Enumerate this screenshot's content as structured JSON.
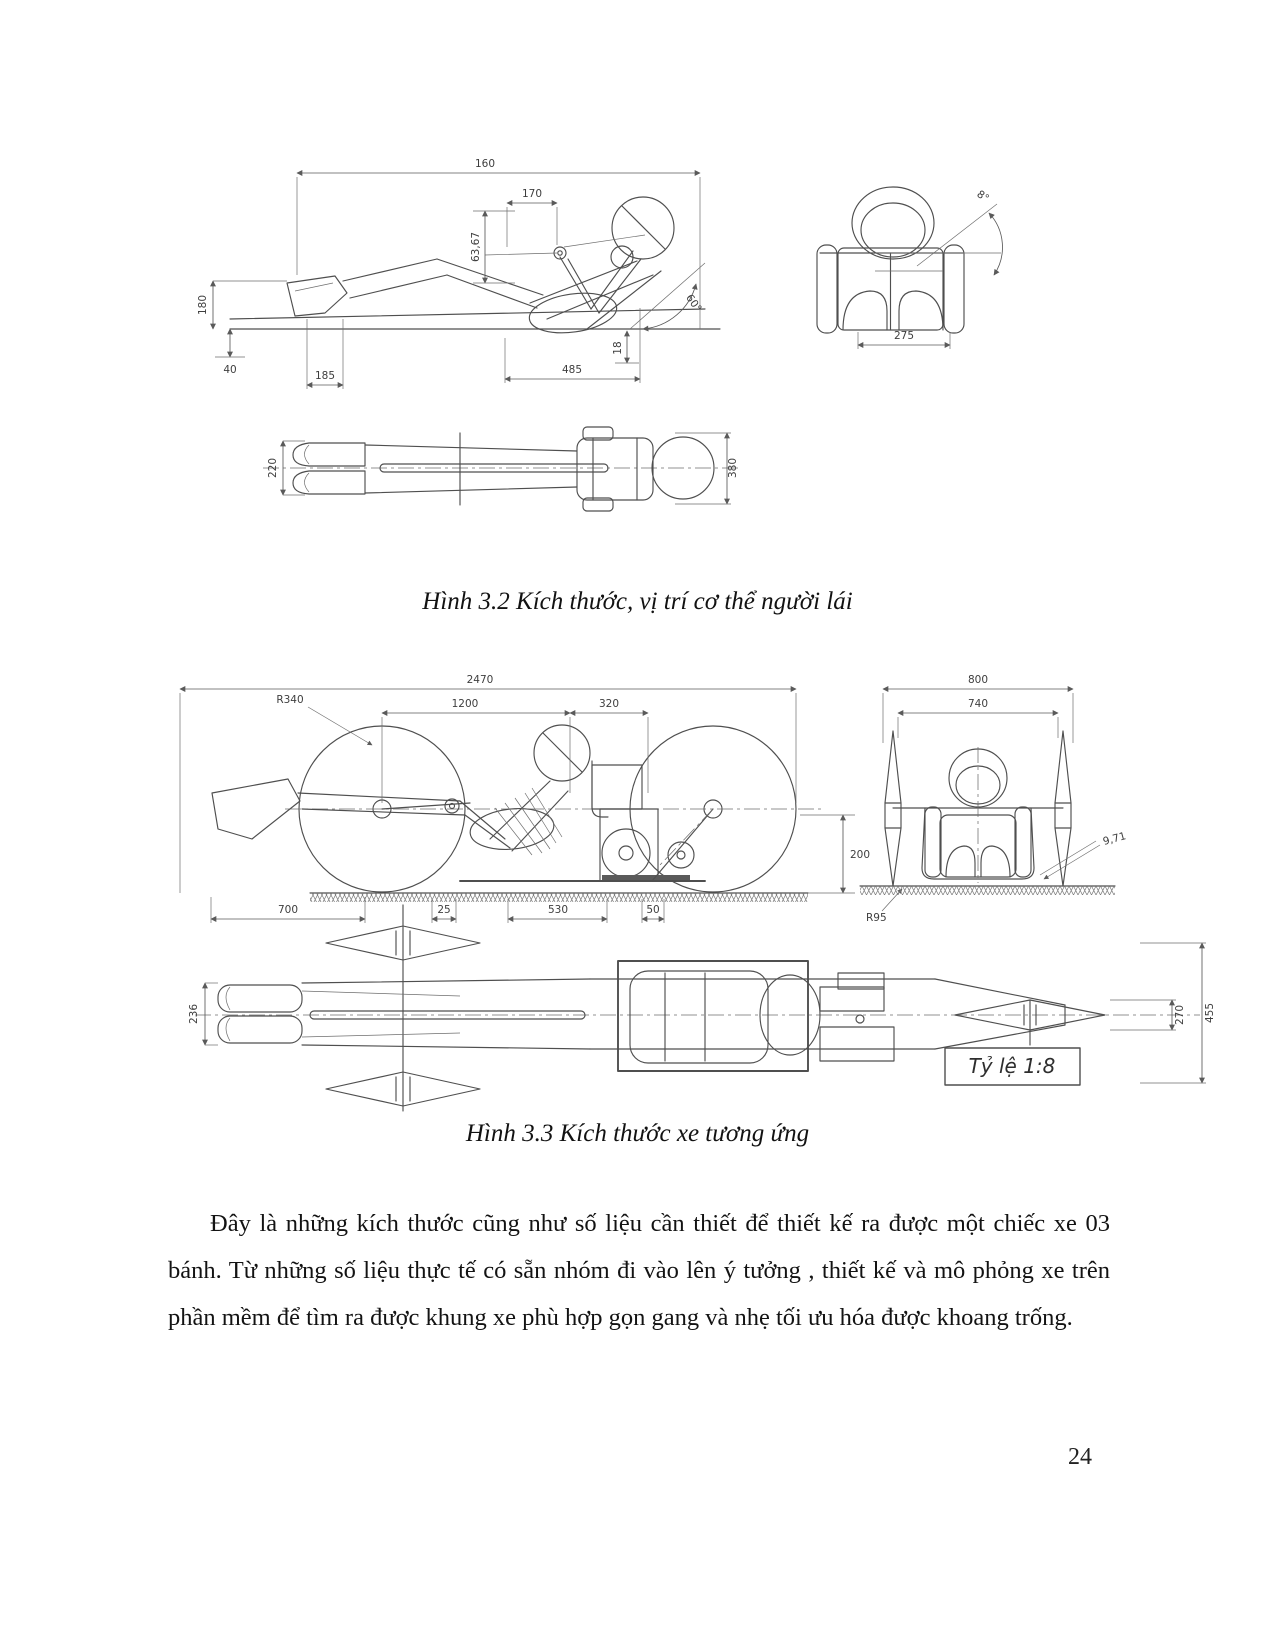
{
  "figure32": {
    "caption": "Hình 3.2  Kích thước, vị trí cơ thể người lái",
    "dims": {
      "body_length": "160",
      "handlebar_offset": "170",
      "pivot_height": "63,67",
      "foot_height": "180",
      "heel_drop": "40",
      "foot_length": "185",
      "seat_distance": "485",
      "hip_offset": "18",
      "backrest_angle": "60°",
      "shoulder_width": "275",
      "head_tilt": "8°",
      "body_width_top": "220",
      "shoulder_depth_top": "380"
    }
  },
  "figure33": {
    "caption": "Hình 3.3  Kích thước xe tương ứng",
    "scale_label": "Tỷ lệ 1:8",
    "dims": {
      "overall_length": "2470",
      "wheelbase": "1200",
      "rear_section": "320",
      "wheel_radius": "R340",
      "ground_clearance": "200",
      "front_overhang": "700",
      "gap": "25",
      "rear_axle_span": "530",
      "tail": "50",
      "overall_width": "800",
      "track_width": "740",
      "camber": "9,71",
      "fillet_radius": "R95",
      "body_width_top": "236",
      "rear_hub_width": "270",
      "frame_width": "455"
    }
  },
  "paragraph": {
    "text": "Đây là những kích thước cũng như số liệu cần thiết để thiết kế ra được một chiếc xe 03 bánh. Từ những số liệu thực tế có sẵn nhóm đi vào lên ý tưởng , thiết kế và mô phỏng xe trên phần mềm để tìm ra được khung xe phù hợp gọn gang và nhẹ tối ưu hóa được khoang trống."
  },
  "page": {
    "number": "24"
  }
}
